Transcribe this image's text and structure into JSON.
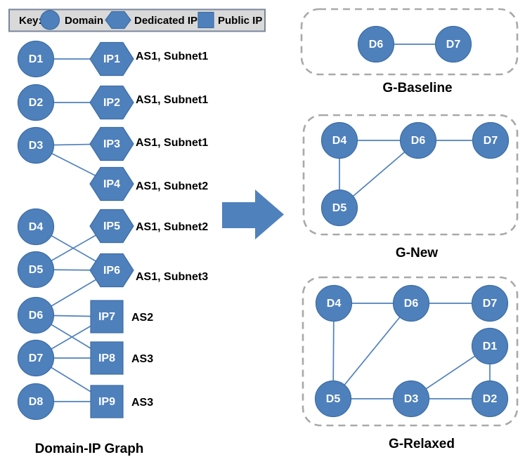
{
  "colors": {
    "node_fill": "#4E80BC",
    "node_border": "#3D6DA5",
    "edge": "#4F81BD",
    "arrow": "#4F81BD",
    "dashed_border": "#A9A9A9",
    "legend_bg": "#D9D9D9",
    "legend_border": "#7A869B",
    "text": "#000000",
    "node_text": "#FFFFFF"
  },
  "key": {
    "title": "Key:",
    "items": [
      {
        "shape": "circle",
        "label": "Domain"
      },
      {
        "shape": "hexagon",
        "label": "Dedicated IP"
      },
      {
        "shape": "square",
        "label": "Public IP"
      }
    ]
  },
  "domain_ip_graph": {
    "caption": "Domain-IP Graph",
    "domains": [
      "D1",
      "D2",
      "D3",
      "D4",
      "D5",
      "D6",
      "D7",
      "D8"
    ],
    "ips": [
      {
        "id": "IP1",
        "type": "dedicated",
        "annotation": "AS1, Subnet1"
      },
      {
        "id": "IP2",
        "type": "dedicated",
        "annotation": "AS1, Subnet1"
      },
      {
        "id": "IP3",
        "type": "dedicated",
        "annotation": "AS1, Subnet1"
      },
      {
        "id": "IP4",
        "type": "dedicated",
        "annotation": "AS1, Subnet2"
      },
      {
        "id": "IP5",
        "type": "dedicated",
        "annotation": "AS1, Subnet2"
      },
      {
        "id": "IP6",
        "type": "dedicated",
        "annotation": "AS1, Subnet3"
      },
      {
        "id": "IP7",
        "type": "public",
        "annotation": "AS2"
      },
      {
        "id": "IP8",
        "type": "public",
        "annotation": "AS3"
      },
      {
        "id": "IP9",
        "type": "public",
        "annotation": "AS3"
      }
    ],
    "edges": [
      [
        "D1",
        "IP1"
      ],
      [
        "D2",
        "IP2"
      ],
      [
        "D3",
        "IP3"
      ],
      [
        "D3",
        "IP4"
      ],
      [
        "D4",
        "IP6"
      ],
      [
        "D5",
        "IP5"
      ],
      [
        "D5",
        "IP6"
      ],
      [
        "D6",
        "IP6"
      ],
      [
        "D6",
        "IP7"
      ],
      [
        "D6",
        "IP8"
      ],
      [
        "D7",
        "IP7"
      ],
      [
        "D7",
        "IP8"
      ],
      [
        "D7",
        "IP9"
      ],
      [
        "D8",
        "IP9"
      ]
    ]
  },
  "derived_graphs": [
    {
      "caption": "G-Baseline",
      "nodes": [
        "D6",
        "D7"
      ],
      "edges": [
        [
          "D6",
          "D7"
        ]
      ]
    },
    {
      "caption": "G-New",
      "nodes": [
        "D4",
        "D5",
        "D6",
        "D7"
      ],
      "edges": [
        [
          "D4",
          "D6"
        ],
        [
          "D6",
          "D7"
        ],
        [
          "D4",
          "D5"
        ],
        [
          "D5",
          "D6"
        ]
      ]
    },
    {
      "caption": "G-Relaxed",
      "nodes": [
        "D1",
        "D2",
        "D3",
        "D4",
        "D5",
        "D6",
        "D7"
      ],
      "edges": [
        [
          "D4",
          "D6"
        ],
        [
          "D6",
          "D7"
        ],
        [
          "D4",
          "D5"
        ],
        [
          "D5",
          "D6"
        ],
        [
          "D5",
          "D3"
        ],
        [
          "D3",
          "D2"
        ],
        [
          "D3",
          "D1"
        ],
        [
          "D1",
          "D2"
        ]
      ]
    }
  ]
}
